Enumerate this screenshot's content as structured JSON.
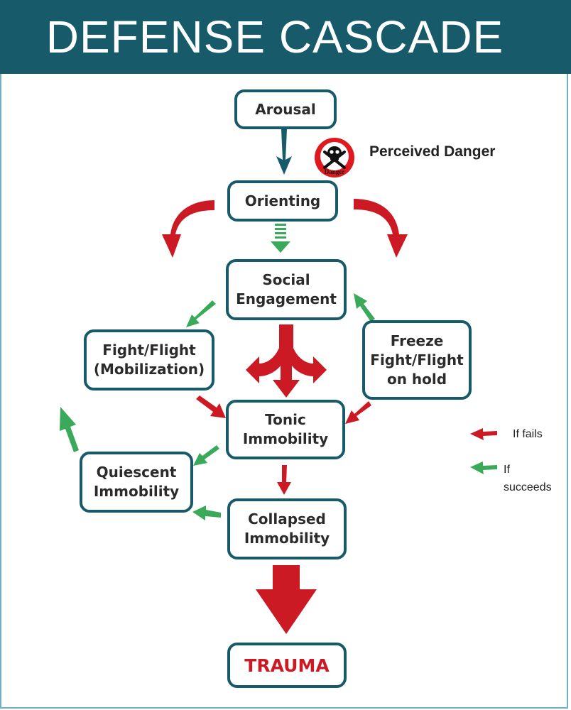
{
  "title": "DEFENSE CASCADE",
  "nodes": {
    "arousal": "Arousal",
    "orienting": "Orienting",
    "social": "Social\nEngagement",
    "fight_flight": "Fight/Flight\n(Mobilization)",
    "freeze": "Freeze\nFight/Flight\non hold",
    "tonic": "Tonic\nImmobility",
    "quiescent": "Quiescent\nImmobility",
    "collapsed": "Collapsed\nImmobility",
    "trauma": "TRAUMA"
  },
  "danger": {
    "label": "Perceived Danger",
    "icon": "skull-crossbones-danger-icon",
    "icon_text": "Danger"
  },
  "legend": {
    "fails": "If fails",
    "succeeds": "If\nsucceeds"
  },
  "colors": {
    "header": "#175a6a",
    "node_border": "#175a6a",
    "fail_arrow": "#cc1a24",
    "success_arrow": "#3aa95a",
    "neutral_arrow": "#175a6a",
    "trauma_text": "#cc1a24"
  }
}
